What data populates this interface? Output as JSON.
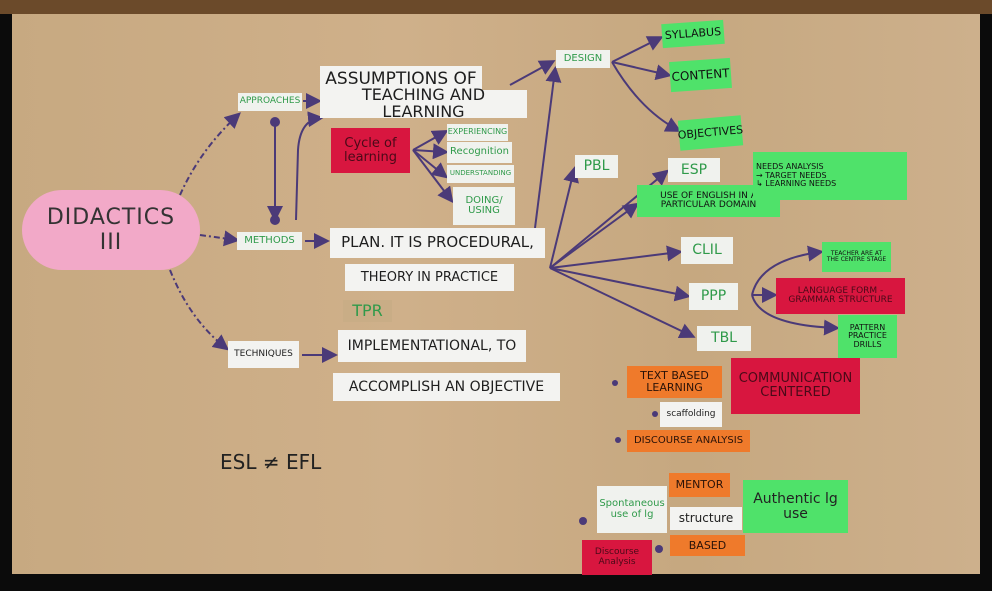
{
  "root": {
    "title": "DIDACTICS",
    "numeral": "III"
  },
  "labels": {
    "approaches": "APPROACHES",
    "assumptions": "ASSUMPTIONS OF",
    "teaching_learning": "TEACHING AND LEARNING",
    "cycle": "Cycle of learning",
    "experiencing": "EXPERIENCING",
    "recognition": "Recognition",
    "understanding": "UNDERSTANDING",
    "doing": "DOING/ USING",
    "methods": "METHODS",
    "plan": "PLAN. IT IS PROCEDURAL,",
    "theory": "THEORY IN PRACTICE",
    "tpr": "TPR",
    "techniques": "TECHNIQUES",
    "implementational": "IMPLEMENTATIONAL, TO",
    "accomplish": "ACCOMPLISH AN OBJECTIVE",
    "esl": "ESL ≠ EFL",
    "design": "DESIGN",
    "syllabus": "SYLLABUS",
    "content": "CONTENT",
    "objectives": "OBJECTIVES",
    "pbl": "PBL",
    "esp": "ESP",
    "esp_desc": "USE OF ENGLISH IN A PARTICULAR DOMAIN",
    "needs": "NEEDS ANALYSIS",
    "target": "→ TARGET NEEDS",
    "learning_needs": "↳ LEARNING NEEDS",
    "clil": "CLIL",
    "ppp": "PPP",
    "tbl": "TBL",
    "teacher": "TEACHER ARE AT THE CENTRE STAGE",
    "language_form": "LANGUAGE FORM - GRAMMAR STRUCTURE",
    "pattern": "PATTERN PRACTICE DRILLS",
    "text_based": "TEXT BASED LEARNING",
    "communication": "COMMUNICATION CENTERED",
    "scaffolding": "scaffolding",
    "discourse": "DISCOURSE ANALYSIS",
    "mentor": "MENTOR",
    "spontaneous": "Spontaneous use of lg",
    "structure": "structure",
    "based": "BASED",
    "authentic": "Authentic lg use",
    "discourse2": "Discourse Analysis"
  }
}
